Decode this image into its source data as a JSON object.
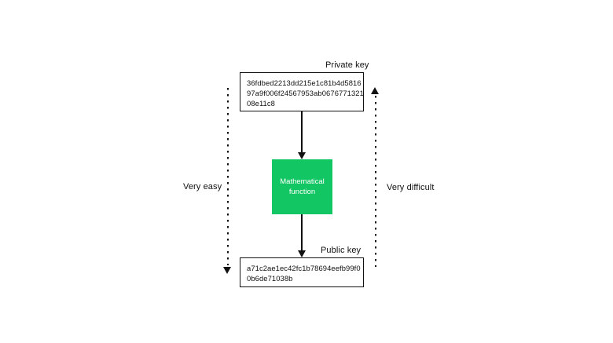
{
  "diagram": {
    "private_key": {
      "label": "Private key",
      "lines": [
        "36fdbed2213dd215e1c81b4d5816",
        "97a9f006f24567953ab0676771321",
        "08e11c8"
      ]
    },
    "function_box": {
      "label": "Mathematical function"
    },
    "public_key": {
      "label": "Public key",
      "lines": [
        "a71c2ae1ec42fc1b78694eefb99f0",
        "0b6de71038b"
      ]
    },
    "left_annotation": "Very easy",
    "right_annotation": "Very difficult",
    "colors": {
      "function_green": "#13c664",
      "ink": "#111111",
      "background": "#ffffff"
    }
  }
}
